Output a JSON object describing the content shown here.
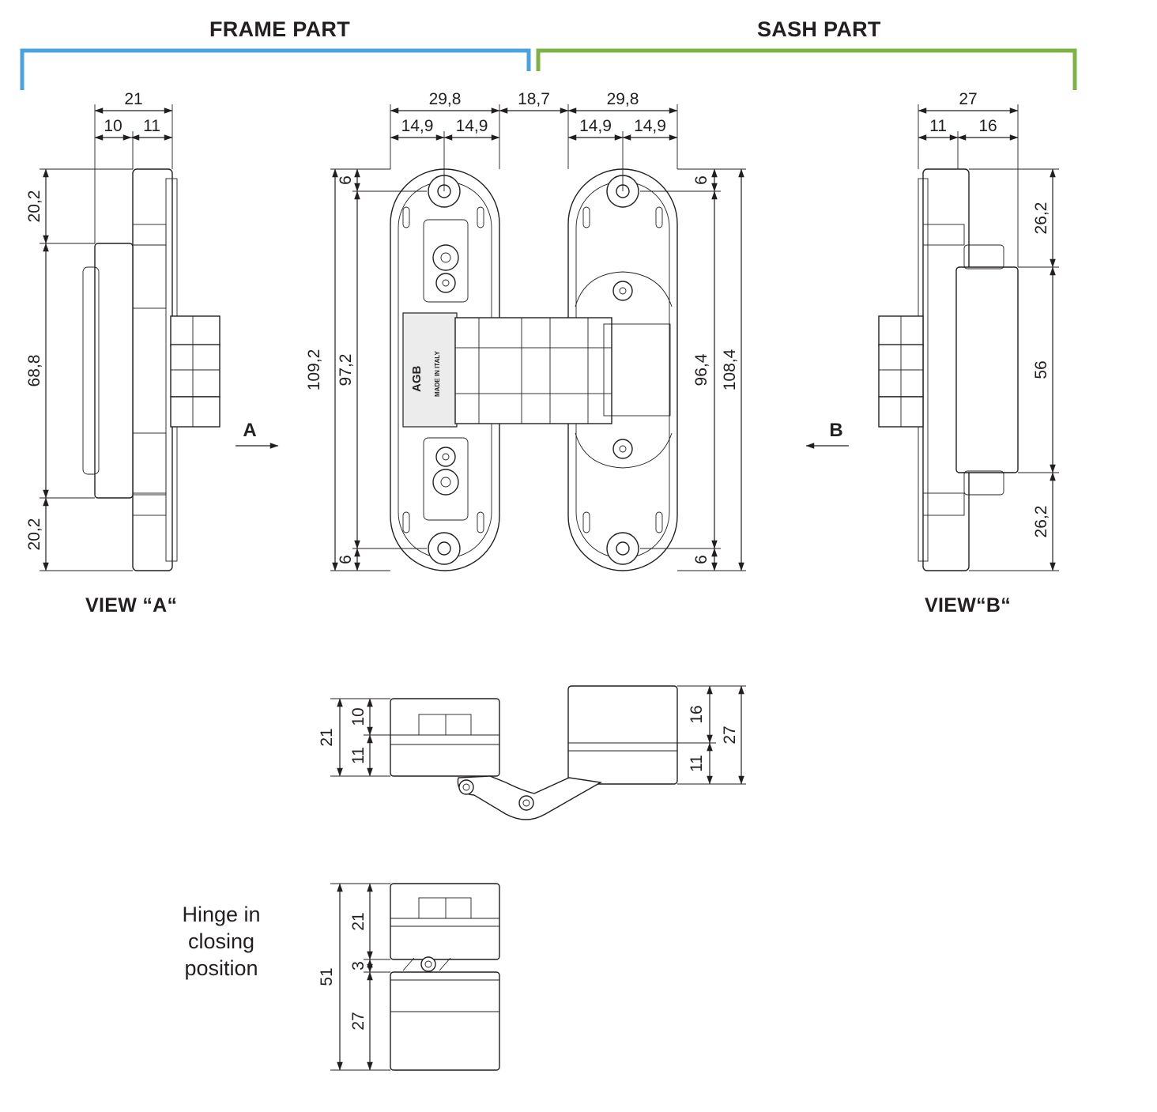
{
  "headers": {
    "frame": "FRAME PART",
    "sash": "SASH PART",
    "frame_color": "#4aa3df",
    "sash_color": "#7cb342"
  },
  "views": {
    "a": "VIEW “A“",
    "b": "VIEW“B“",
    "arrow_a": "A",
    "arrow_b": "B"
  },
  "caption": [
    "Hinge in",
    "closing",
    "position"
  ],
  "logo": "AGB",
  "stamp": "MADE IN ITALY",
  "dims": {
    "viewA": {
      "total": "21",
      "left": "10",
      "right": "11",
      "top": "20,2",
      "mid": "68,8",
      "bottom": "20,2"
    },
    "front": {
      "frameWidth": "29,8",
      "frameHalf1": "14,9",
      "frameHalf2": "14,9",
      "gap": "18,7",
      "sashWidth": "29,8",
      "sashHalf1": "14,9",
      "sashHalf2": "14,9",
      "frameTotal": "109,2",
      "frameInner": "97,2",
      "frameTop": "6",
      "frameBottom": "6",
      "sashTop": "6",
      "sashBottom": "6",
      "sashInner": "96,4",
      "sashTotal": "108,4"
    },
    "viewB": {
      "total": "27",
      "left": "11",
      "right": "16",
      "top": "26,2",
      "mid": "56",
      "bottom": "26,2"
    },
    "open": {
      "frameTotal": "21",
      "frameTop": "10",
      "frameBottom": "11",
      "sashTop": "16",
      "sashBottom": "11",
      "sashTotal": "27"
    },
    "closed": {
      "total": "51",
      "frame": "21",
      "gap": "3",
      "sash": "27"
    }
  }
}
